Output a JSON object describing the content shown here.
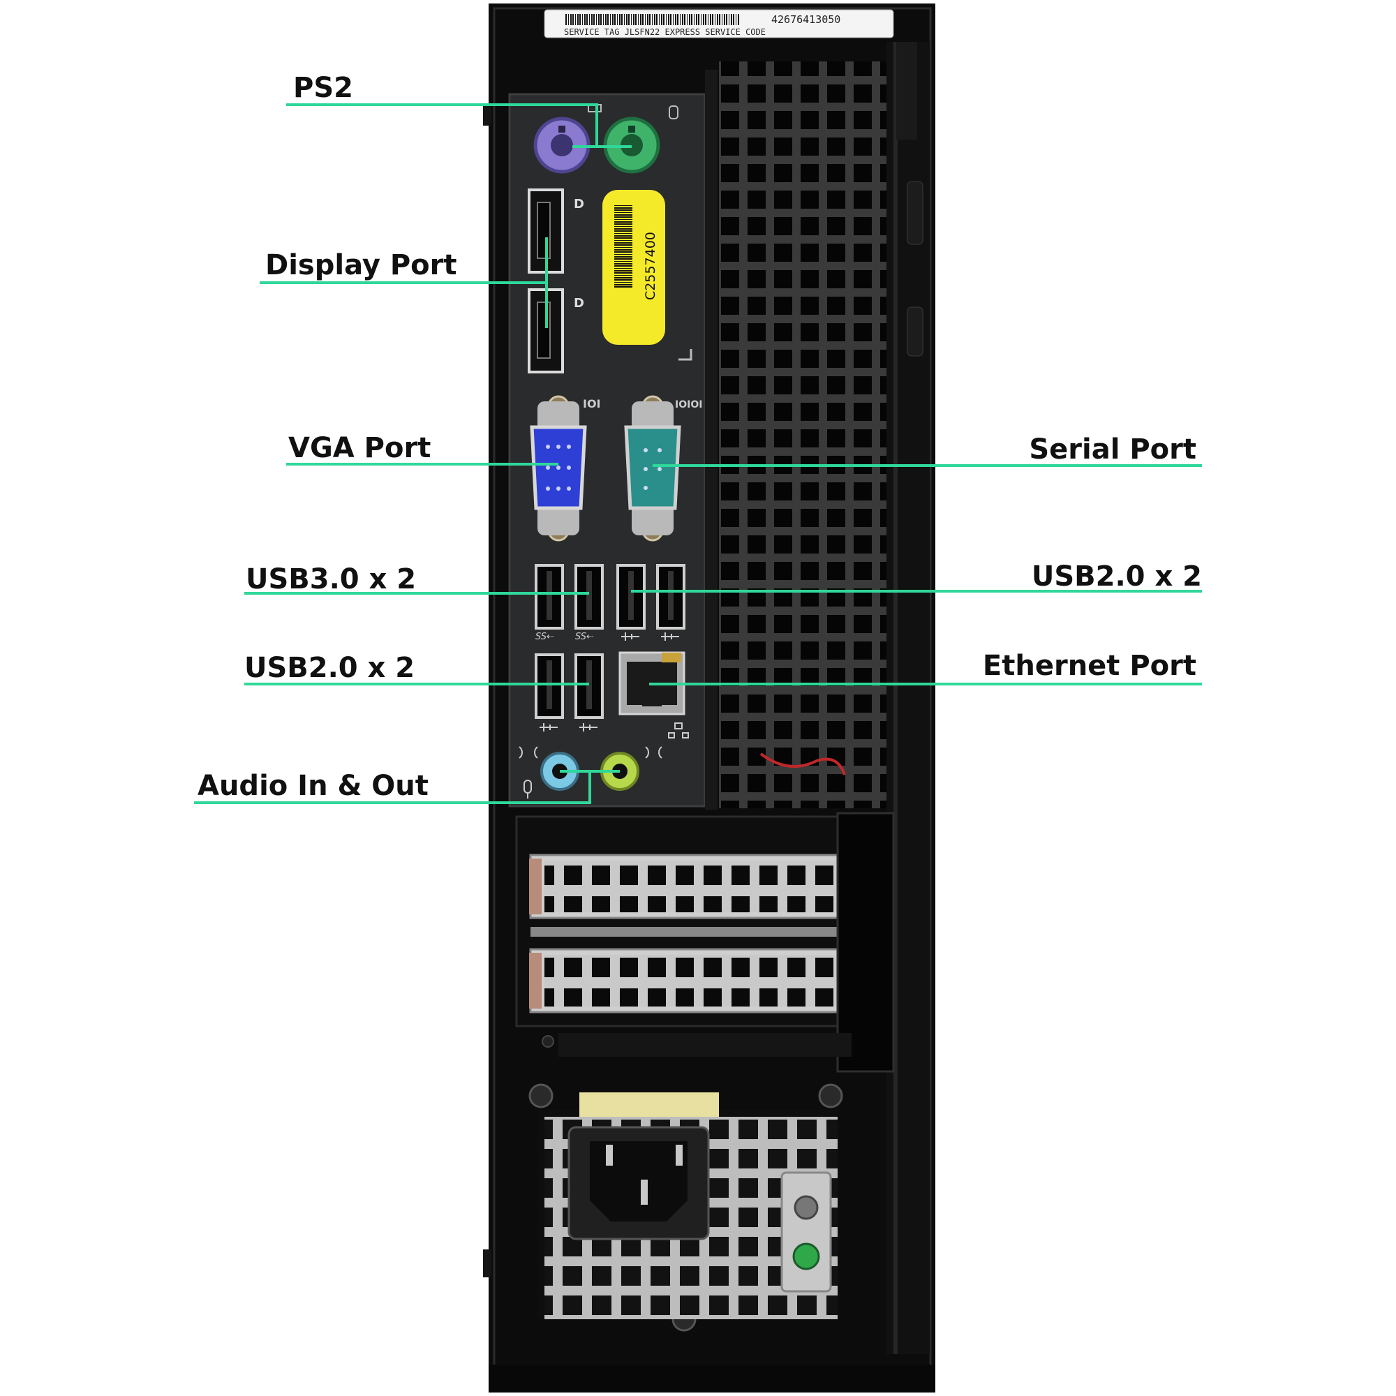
{
  "colors": {
    "leader_line": "#2fd89a",
    "case_black": "#0c0c0c",
    "io_panel": "#2a2b2d",
    "ps2_mouse": "#8a7bd0",
    "ps2_keyboard": "#3fb36a",
    "vga_blue": "#2e3fd6",
    "serial_teal": "#2a8f8a",
    "sticker_yellow": "#f5ea2a",
    "audio_in": "#7cc9e6",
    "audio_out": "#b7d84a"
  },
  "service_tag": {
    "code_number": "42676413050",
    "caption": "SERVICE   TAG JLSFN22   EXPRESS SERVICE CODE"
  },
  "yellow_sticker": {
    "text": "C2557400"
  },
  "port_glyphs": {
    "serial": "IOIOI",
    "vga": "IOI",
    "displayport": "D",
    "usb3": "SS⇠"
  },
  "labels": {
    "ps2": "PS2",
    "display_port": "Display Port",
    "vga_port": "VGA Port",
    "serial_port": "Serial Port",
    "usb3_x2": "USB3.0 x 2",
    "usb2_x2_right": "USB2.0 x 2",
    "usb2_x2_left": "USB2.0 x 2",
    "ethernet_port": "Ethernet Port",
    "audio": "Audio In & Out"
  }
}
